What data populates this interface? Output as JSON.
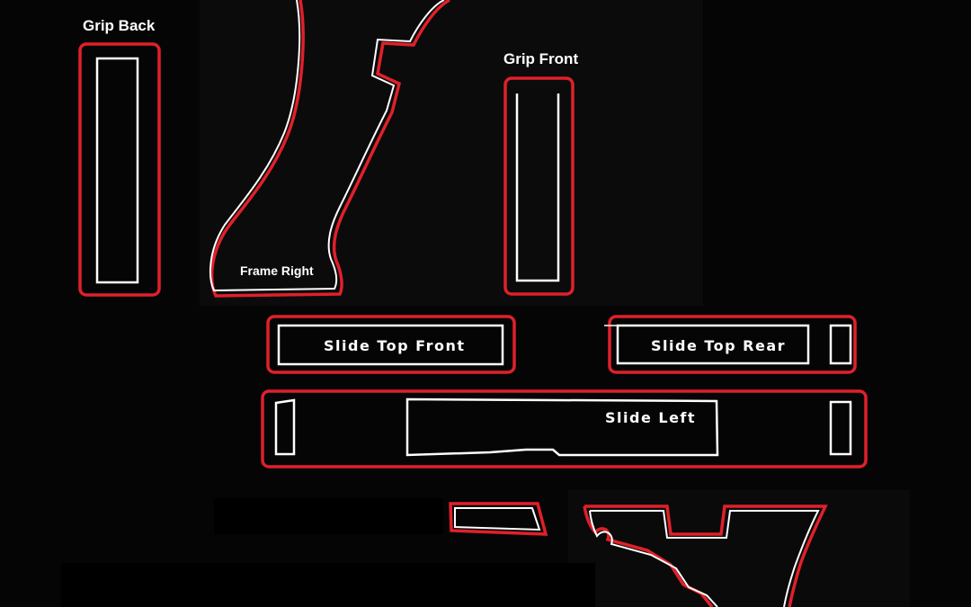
{
  "labels": {
    "grip_back": "Grip Back",
    "grip_front": "Grip Front",
    "frame_right": "Frame Right",
    "slide_top_front": "Slide Top Front",
    "slide_top_rear": "Slide Top Rear",
    "slide_left": "Slide Left"
  },
  "colors": {
    "background": "#050505",
    "cut_outline": "#e0202a",
    "inner_outline": "#ffffff"
  }
}
